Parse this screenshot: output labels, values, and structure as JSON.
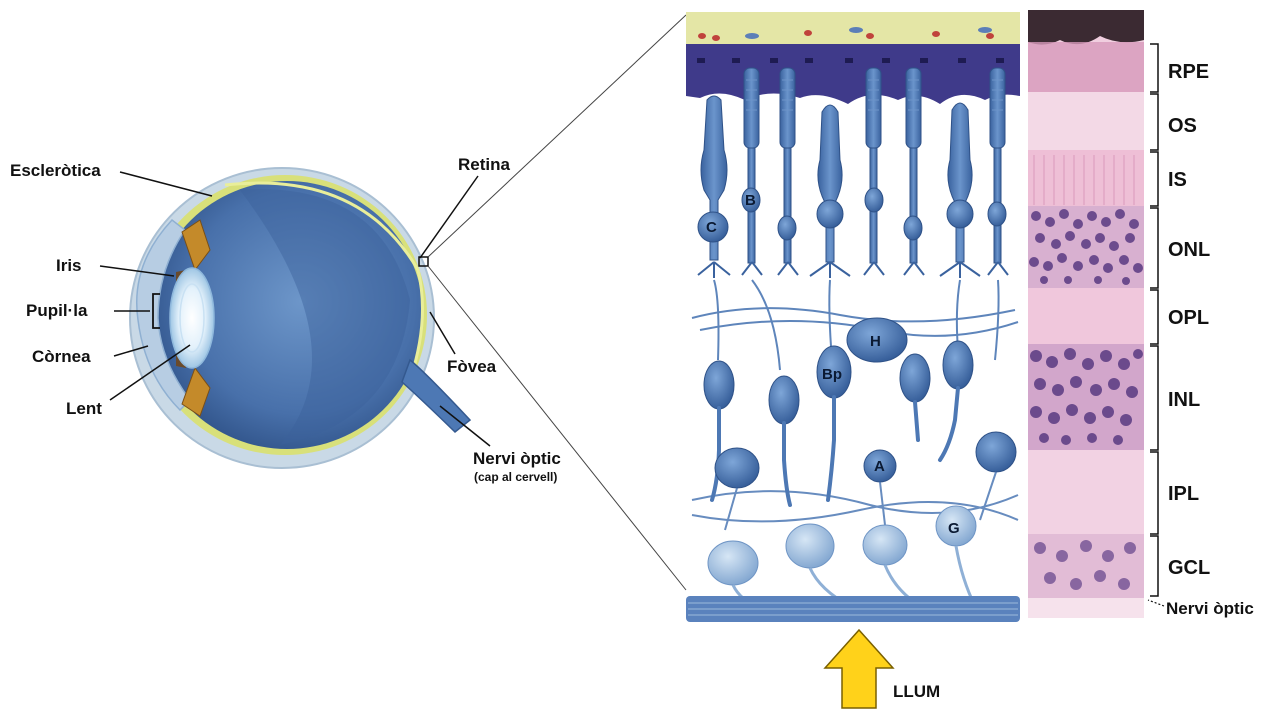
{
  "eye": {
    "labels": {
      "sclera": "Escleròtica",
      "iris": "Iris",
      "pupil": "Pupil·la",
      "cornea": "Còrnea",
      "lens": "Lent",
      "retina": "Retina",
      "fovea": "Fòvea",
      "optic_nerve": "Nervi òptic",
      "optic_nerve_note": "(cap al cervell)"
    }
  },
  "retina": {
    "cell_labels": {
      "cone": "C",
      "rod": "B",
      "horizontal": "H",
      "bipolar": "Bp",
      "amacrine": "A",
      "ganglion": "G"
    },
    "light_label": "LLUM"
  },
  "histology": {
    "layers": [
      "RPE",
      "OS",
      "IS",
      "ONL",
      "OPL",
      "INL",
      "IPL",
      "GCL"
    ],
    "bottom_label": "Nervi òptic"
  },
  "colors": {
    "eye_blue": "#4f79b3",
    "retina_cell": "#4d78b4",
    "rpe": "#3f3a8a",
    "choroid": "#e4e6a6",
    "stain_pink": "#e7b5d1",
    "stain_nuclei": "#5a3a82",
    "arrow_yellow": "#ffd21a"
  }
}
